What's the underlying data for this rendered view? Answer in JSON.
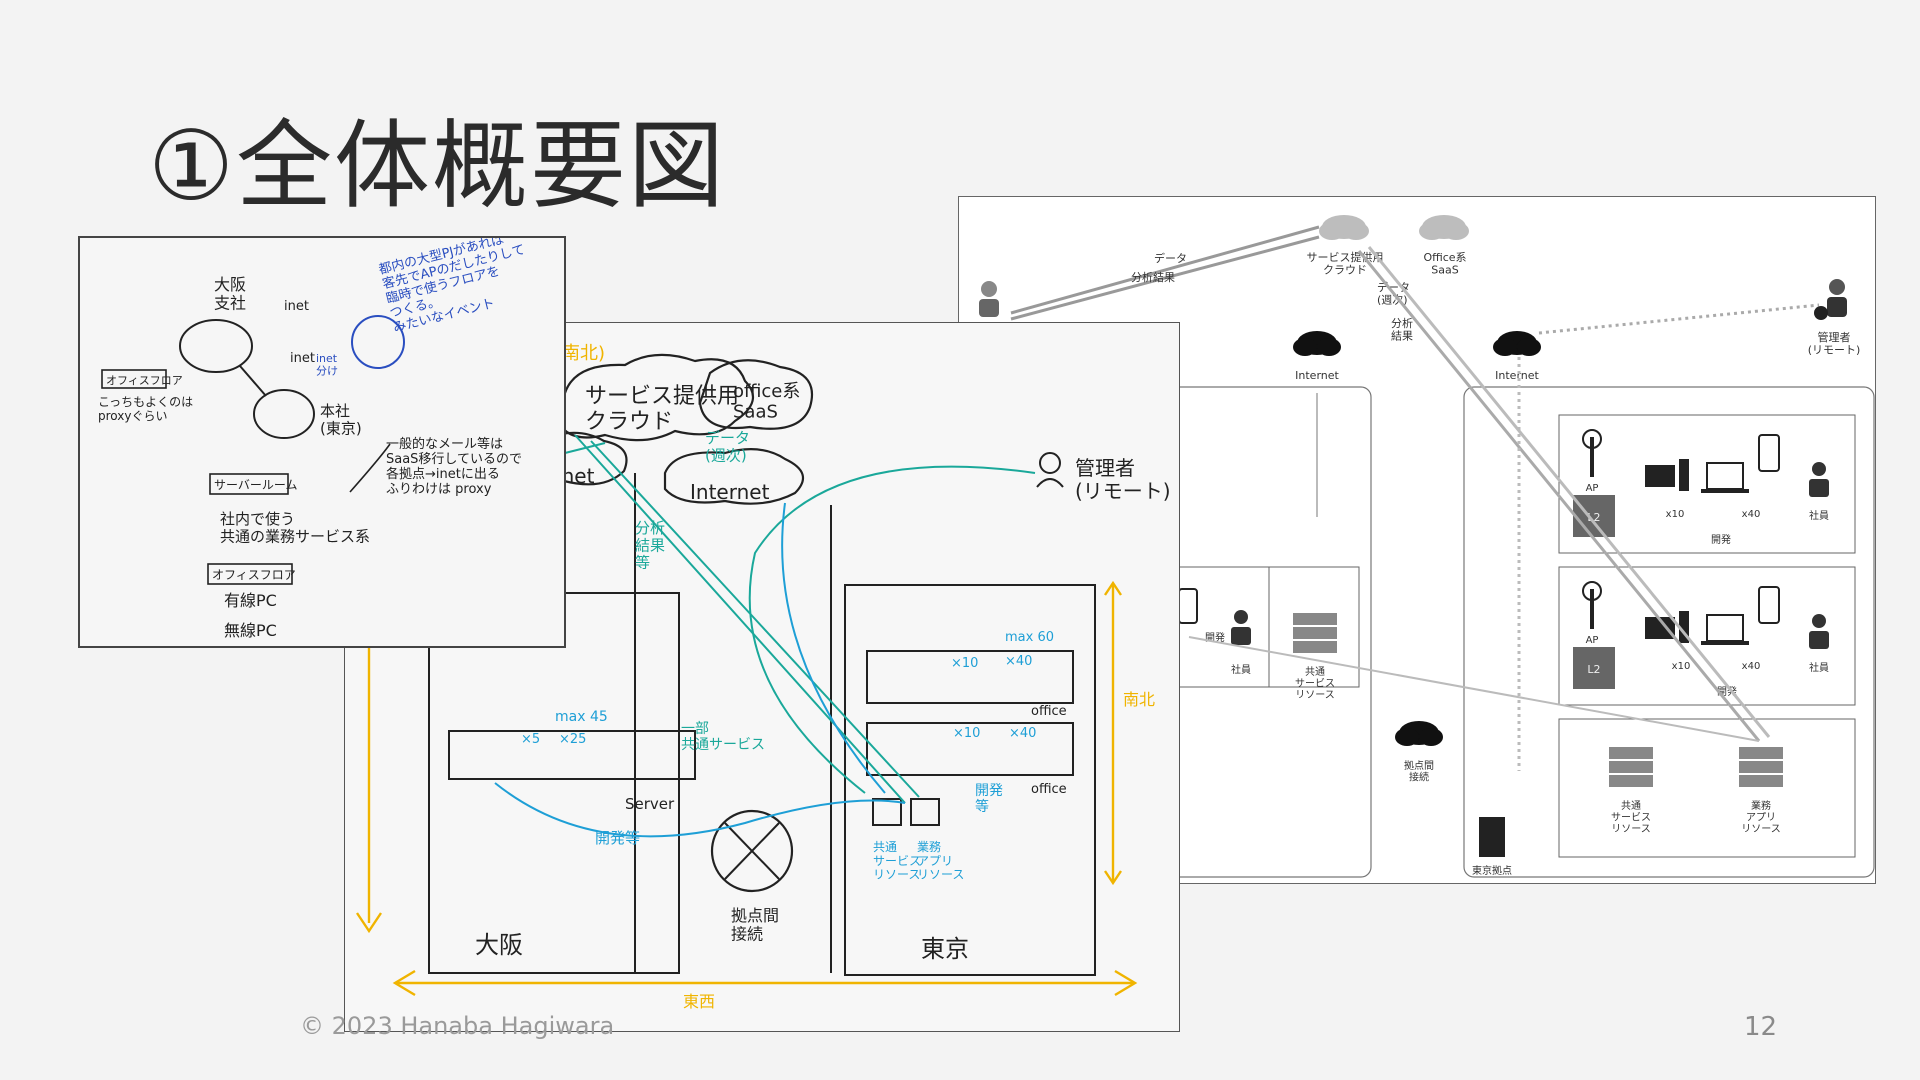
{
  "slide": {
    "title": "①全体概要図",
    "footer": "© 2023 Hanaba Hagiwara",
    "page_number": "12"
  },
  "sketch1": {
    "osaka_branch": "大阪\n支社",
    "inet1": "inet",
    "inet2": "inet",
    "office_floor_label": "オフィスフロア",
    "proxy_note": "こっちもよくのは\nproxyぐらい",
    "mid_arrow_note": "inet\n分け",
    "head_office": "本社\n(東京)",
    "server_room": "サーバールーム",
    "shared_services": "社内で使う\n共通の業務サービス系",
    "office_floor_label2": "オフィスフロア",
    "wired_pc": "有線PC",
    "wireless_pc": "無線PC",
    "saas_note": "一般的なメール等は\nSaaS移行しているので\n各拠点→inetに出る\nふりわけは proxy",
    "blue_note": "都内の大型PJがあれば\n客先でAPのだしたりして\n臨時で使うフロアを\nつくる。\nみたいなイベント"
  },
  "sketch2": {
    "service_cloud": "サービス提供用\nクラウド",
    "office_saas": "office系\nSaaS",
    "internet_left": "Internet",
    "internet_right": "Internet",
    "admin": "管理者\n(リモート)",
    "data_note": "データ\n(週次)",
    "analysis_note": "分析\n結果\n等",
    "north_label": "(南北)",
    "max_osaka": "max 45",
    "x5": "×5",
    "x25": "×25",
    "partial_services": "一部\n共通サービス",
    "server": "Server",
    "dev_osaka": "開発等",
    "interlink": "拠点間\n接続",
    "osaka": "大阪",
    "tokyo": "東京",
    "east_west": "東西",
    "north_south": "南北",
    "max60": "max 60",
    "x10a": "×10",
    "x40a": "×40",
    "office_a": "office",
    "x10b": "×10",
    "x40b": "×40",
    "office_b": "office",
    "dev_tokyo": "開発\n等",
    "shared_res": "共通\nサービス\nリソース",
    "app_res": "業務\nアプリ\nリソース"
  },
  "clean_diagram": {
    "data_label": "データ",
    "analysis_label": "分析結果",
    "service_cloud": "サービス提供用\nクラウド",
    "office_saas": "Office系\nSaaS",
    "data_weekly": "データ\n(週次)",
    "analysis_result": "分析\n結果",
    "admin": "管理者\n(リモート)",
    "internet_left": "Internet",
    "internet_right": "Internet",
    "ap": "AP",
    "l2": "L2",
    "x10_top": "x10",
    "x40_top": "x40",
    "employee_top": "社員",
    "dev_top": "開発",
    "ap2": "AP",
    "l2_2": "L2",
    "x10_mid": "x10",
    "x40_mid": "x40",
    "employee_mid": "社員",
    "dev_mid": "開発",
    "dev_left": "開発",
    "employee_left": "社員",
    "shared_left": "共通\nサービス\nリソース",
    "interlink": "拠点間\n接続",
    "shared_res": "共通\nサービス\nリソース",
    "app_res": "業務\nアプリ\nリソース",
    "tokyo_base": "東京拠点"
  },
  "colors": {
    "background": "#f3f3f3",
    "ink": "#222222",
    "blue_ink": "#2a4ec0",
    "teal_ink": "#1aa89a",
    "cyan_ink": "#1e9fd6",
    "yellow_ink": "#f0b400"
  }
}
